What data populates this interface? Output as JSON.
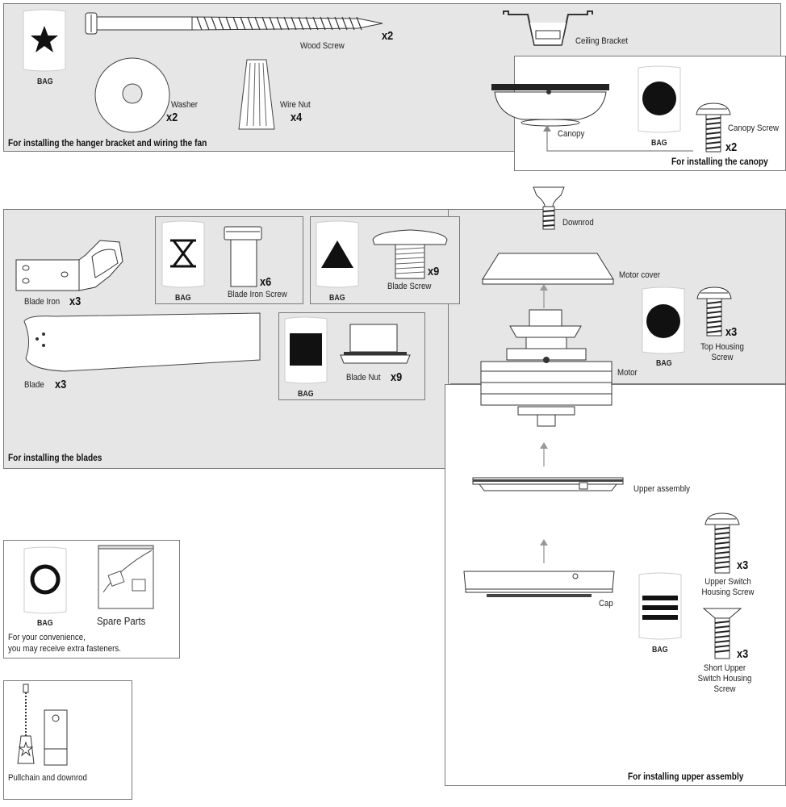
{
  "hanger_panel": {
    "caption": "For installing the hanger bracket and wiring the fan",
    "bag_label": "BAG",
    "bag_symbol": "star-icon",
    "wood_screw": {
      "label": "Wood Screw",
      "qty": "x2"
    },
    "washer": {
      "label": "Washer",
      "qty": "x2"
    },
    "wire_nut": {
      "label": "Wire Nut",
      "qty": "x4"
    },
    "ceiling_bracket": {
      "label": "Ceiling Bracket"
    }
  },
  "canopy_panel": {
    "caption": "For installing the canopy",
    "bag_label": "BAG",
    "bag_symbol": "circle-icon",
    "canopy": {
      "label": "Canopy"
    },
    "canopy_screw": {
      "label": "Canopy Screw",
      "qty": "x2"
    }
  },
  "blades_panel": {
    "caption": "For installing the blades",
    "blade_iron": {
      "label": "Blade Iron",
      "qty": "x3"
    },
    "blade": {
      "label": "Blade",
      "qty": "x3"
    },
    "blade_iron_screw": {
      "label": "Blade Iron Screw",
      "qty": "x6",
      "bag_label": "BAG",
      "bag_symbol": "hourglass-icon"
    },
    "blade_screw": {
      "label": "Blade Screw",
      "qty": "x9",
      "bag_label": "BAG",
      "bag_symbol": "triangle-icon"
    },
    "blade_nut": {
      "label": "Blade Nut",
      "qty": "x9",
      "bag_label": "BAG",
      "bag_symbol": "square-icon"
    }
  },
  "motor_stack": {
    "downrod": {
      "label": "Downrod"
    },
    "motor_cover": {
      "label": "Motor cover"
    },
    "motor": {
      "label": "Motor"
    },
    "top_housing_screw": {
      "label_line1": "Top Housing",
      "label_line2": "Screw",
      "qty": "x3",
      "bag_label": "BAG",
      "bag_symbol": "circle-icon"
    }
  },
  "upper_assembly_panel": {
    "caption": "For installing upper assembly",
    "upper_assembly": {
      "label": "Upper assembly"
    },
    "cap": {
      "label": "Cap"
    },
    "bag_label": "BAG",
    "bag_symbol": "three-bars-icon",
    "upper_switch_housing_screw": {
      "label_line1": "Upper Switch",
      "label_line2": "Housing Screw",
      "qty": "x3"
    },
    "short_upper_switch_housing_screw": {
      "label_line1": "Short Upper",
      "label_line2": "Switch Housing",
      "label_line3": "Screw",
      "qty": "x3"
    }
  },
  "spare_panel": {
    "bag_label": "BAG",
    "bag_symbol": "ring-icon",
    "spare_parts": {
      "label": "Spare Parts"
    },
    "note_line1": "For your convenience,",
    "note_line2": "you may receive extra fasteners."
  },
  "pullchain_panel": {
    "label": "Pullchain and downrod"
  },
  "colors": {
    "panel_gray": "#e6e6e6",
    "border": "#7a7a7a",
    "ink": "#1a1a1a"
  }
}
